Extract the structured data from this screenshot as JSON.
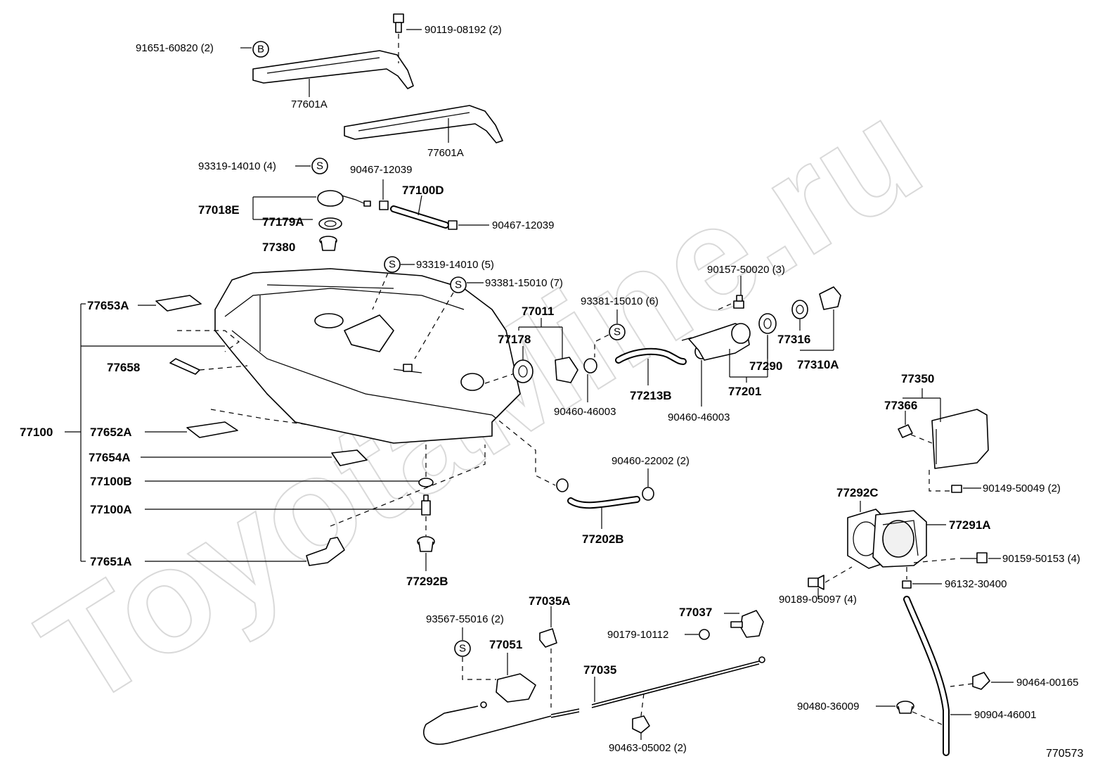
{
  "watermark": "ToyotaMine.ru",
  "diagram_code": "770573",
  "badges": {
    "s": "S",
    "b": "B"
  },
  "labels": {
    "l91651": "91651-60820 (2)",
    "l90119": "90119-08192 (2)",
    "l77601a_top": "77601A",
    "l77601a_mid": "77601A",
    "l93319_4": "93319-14010 (4)",
    "l90467_a": "90467-12039",
    "l77100d": "77100D",
    "l77018e": "77018E",
    "l77179a": "77179A",
    "l90467_b": "90467-12039",
    "l77380": "77380",
    "l93319_5": "93319-14010 (5)",
    "l93381_7": "93381-15010 (7)",
    "l90157": "90157-50020 (3)",
    "l77011": "77011",
    "l93381_6": "93381-15010 (6)",
    "l77178": "77178",
    "l77316": "77316",
    "l77310a": "77310A",
    "l77290": "77290",
    "l77653a": "77653A",
    "l77658": "77658",
    "l77213b": "77213B",
    "l77201": "77201",
    "l90460_46003_a": "90460-46003",
    "l90460_46003_b": "90460-46003",
    "l77350": "77350",
    "l77366": "77366",
    "l77100": "77100",
    "l77652a": "77652A",
    "l77654a": "77654A",
    "l90460_22002": "90460-22002 (2)",
    "l77100b": "77100B",
    "l90149": "90149-50049 (2)",
    "l77100a": "77100A",
    "l77292c": "77292C",
    "l77291a": "77291A",
    "l77202b": "77202B",
    "l90159": "90159-50153 (4)",
    "l77651a": "77651A",
    "l77292b": "77292B",
    "l96132": "96132-30400",
    "l90189": "90189-05097 (4)",
    "l77035a": "77035A",
    "l77037": "77037",
    "l93567": "93567-55016 (2)",
    "l77051": "77051",
    "l90179": "90179-10112",
    "l77035": "77035",
    "l90464": "90464-00165",
    "l90480": "90480-36009",
    "l90904": "90904-46001",
    "l90463": "90463-05002 (2)"
  }
}
